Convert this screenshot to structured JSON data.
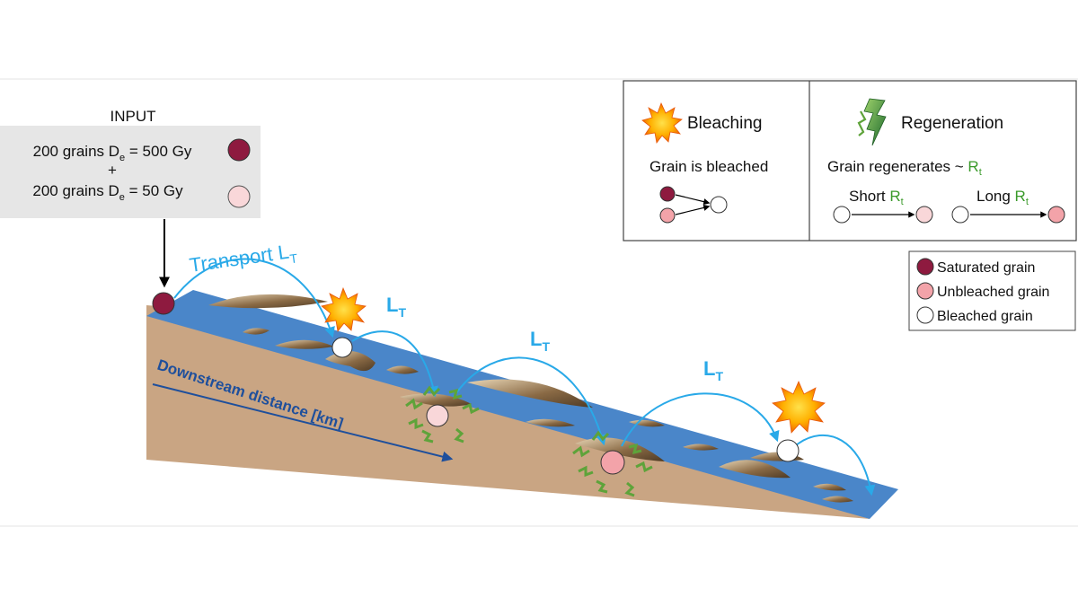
{
  "input": {
    "title": "INPUT",
    "line1": {
      "prefix": "200 grains D",
      "sub": "e",
      "suffix": " = 500 Gy"
    },
    "plus": "+",
    "line2": {
      "prefix": "200 grains D",
      "sub": "e",
      "suffix": " = 50 Gy"
    }
  },
  "process": {
    "bleaching": {
      "title": "Bleaching",
      "caption": "Grain is bleached"
    },
    "regeneration": {
      "title": "Regeneration",
      "caption_prefix": "Grain regenerates ~ ",
      "caption_R": "R",
      "caption_sub": "t",
      "short_label": "Short ",
      "long_label": "Long ",
      "R": "R",
      "R_sub": "t"
    }
  },
  "legend": {
    "items": [
      {
        "label": "Saturated grain",
        "color": "#8e1a3f"
      },
      {
        "label": "Unbleached grain",
        "color": "#f3a3a9"
      },
      {
        "label": "Bleached grain",
        "color": "#ffffff"
      }
    ]
  },
  "diagram": {
    "transport_label": "Transport L",
    "transport_sub": "T",
    "lt_label": "L",
    "lt_sub": "T",
    "downstream_label": "Downstream distance [km]"
  },
  "colors": {
    "saturated": "#8e1a3f",
    "unbleached": "#f3a3a9",
    "light_pink": "#f9d7d9",
    "water": "#4a86c9",
    "sediment": "#c9a583",
    "arrow_blue": "#29a9e8",
    "dark_blue": "#1e4f9c",
    "green": "#4f9a2a",
    "input_bg": "#e6e6e6"
  }
}
